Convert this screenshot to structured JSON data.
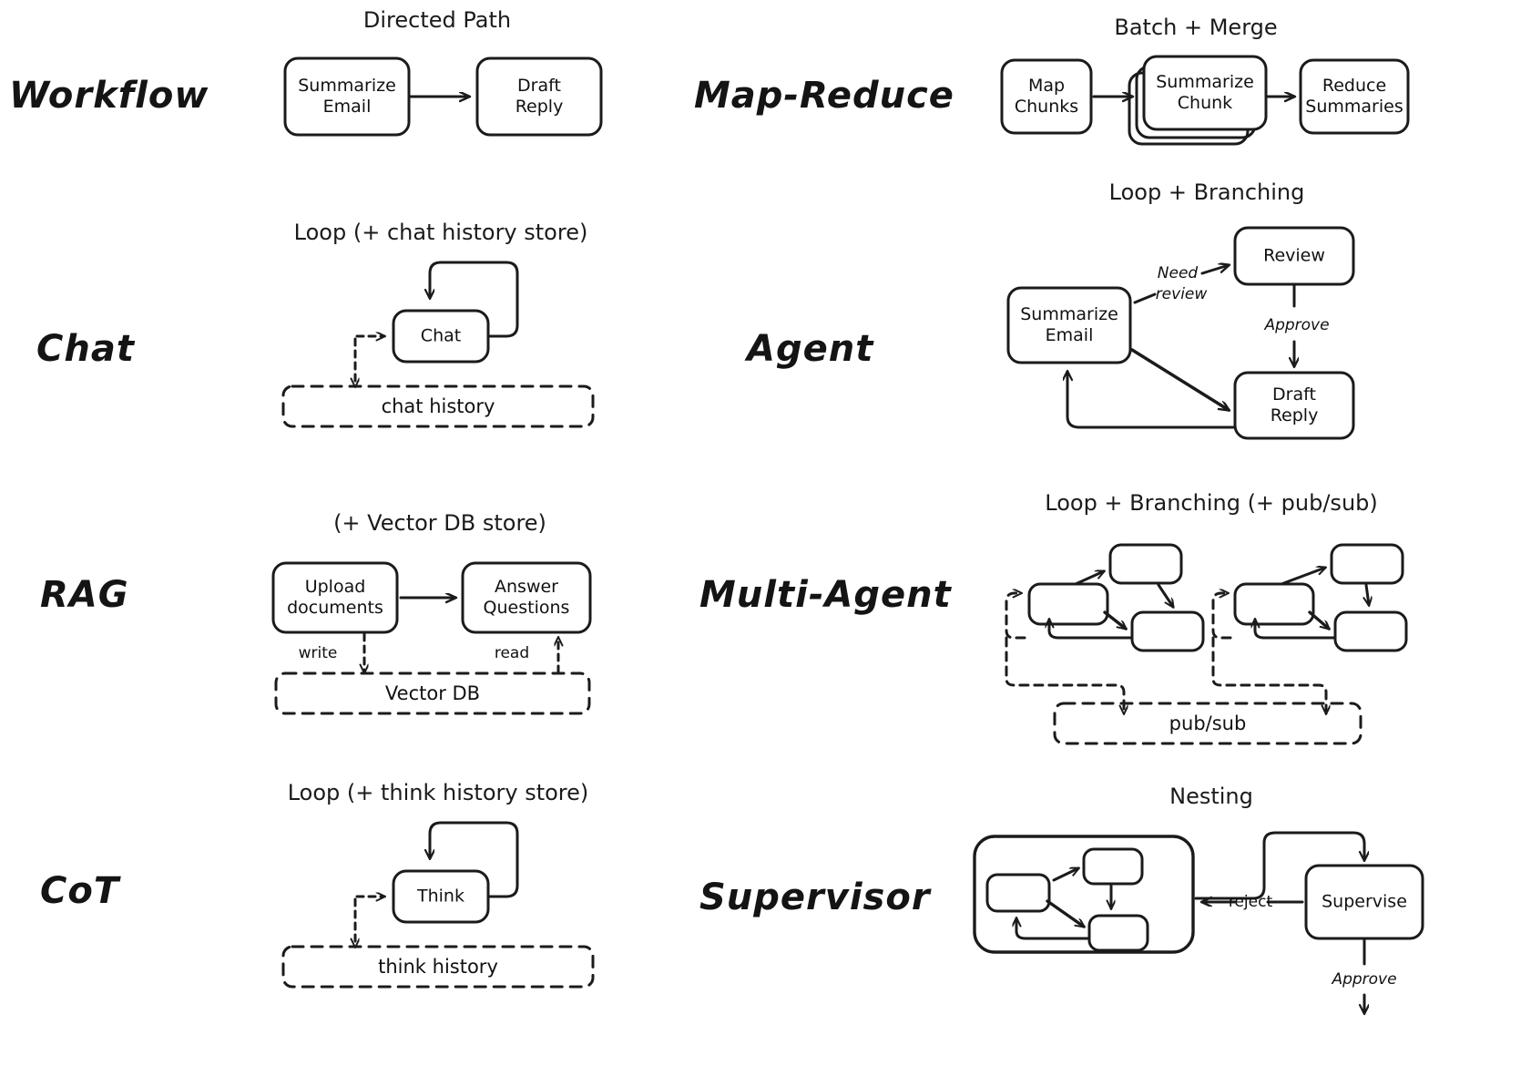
{
  "diagram": {
    "title_note": "Agentic system patterns comparison chart",
    "background": "#ffffff",
    "stroke": "#1b1b1b"
  },
  "rows": [
    {
      "left": {
        "label": "Workflow",
        "caption": "Directed Path",
        "nodes": [
          "Summarize\nEmail",
          "Draft\nReply"
        ],
        "stores": [],
        "edge_labels": []
      },
      "right": {
        "label": "Map-Reduce",
        "caption": "Batch + Merge",
        "nodes": [
          "Map\nChunks",
          "Summarize\nChunk",
          "Reduce\nSummaries"
        ],
        "stores": [],
        "edge_labels": []
      }
    },
    {
      "left": {
        "label": "Chat",
        "caption": "Loop (+ chat history store)",
        "nodes": [
          "Chat"
        ],
        "stores": [
          "chat history"
        ],
        "edge_labels": []
      },
      "right": {
        "label": "Agent",
        "caption": "Loop + Branching",
        "nodes": [
          "Summarize\nEmail",
          "Review",
          "Draft\nReply"
        ],
        "stores": [],
        "edge_labels": [
          "Need",
          "review",
          "Approve"
        ]
      }
    },
    {
      "left": {
        "label": "RAG",
        "caption": "(+ Vector DB store)",
        "nodes": [
          "Upload\ndocuments",
          "Answer\nQuestions"
        ],
        "stores": [
          "Vector DB"
        ],
        "edge_labels": [
          "write",
          "read"
        ]
      },
      "right": {
        "label": "Multi-Agent",
        "caption": "Loop + Branching (+ pub/sub)",
        "nodes": [
          "",
          "",
          "",
          "",
          "",
          ""
        ],
        "stores": [
          "pub/sub"
        ],
        "edge_labels": []
      }
    },
    {
      "left": {
        "label": "CoT",
        "caption": "Loop (+ think history store)",
        "nodes": [
          "Think"
        ],
        "stores": [
          "think history"
        ],
        "edge_labels": []
      },
      "right": {
        "label": "Supervisor",
        "caption": "Nesting",
        "nodes": [
          "",
          "",
          "",
          "Supervise"
        ],
        "stores": [],
        "edge_labels": [
          "reject",
          "Approve"
        ]
      }
    }
  ],
  "labels": {
    "workflow": "Workflow",
    "chat": "Chat",
    "rag": "RAG",
    "cot": "CoT",
    "map_reduce": "Map-Reduce",
    "agent": "Agent",
    "multi_agent": "Multi-Agent",
    "supervisor": "Supervisor"
  },
  "captions": {
    "directed_path": "Directed Path",
    "batch_merge": "Batch + Merge",
    "chat_loop": "Loop (+ chat history store)",
    "agent_loop": "Loop + Branching",
    "rag_store": "(+ Vector DB store)",
    "multi_agent_loop": "Loop + Branching (+ pub/sub)",
    "cot_loop": "Loop (+ think history store)",
    "nesting": "Nesting"
  },
  "nodes": {
    "summarize_email_1": "Summarize\nEmail",
    "draft_reply_1": "Draft\nReply",
    "map_chunks": "Map\nChunks",
    "summarize_chunk": "Summarize\nChunk",
    "reduce_summaries": "Reduce\nSummaries",
    "chat": "Chat",
    "summarize_email_2": "Summarize\nEmail",
    "review": "Review",
    "draft_reply_2": "Draft\nReply",
    "upload_documents": "Upload\ndocuments",
    "answer_questions": "Answer\nQuestions",
    "think": "Think",
    "supervise": "Supervise"
  },
  "stores": {
    "chat_history": "chat history",
    "vector_db": "Vector DB",
    "pub_sub": "pub/sub",
    "think_history": "think history"
  },
  "edge_labels": {
    "need": "Need",
    "review": "review",
    "approve_agent": "Approve",
    "write": "write",
    "read": "read",
    "reject": "reject",
    "approve_supervisor": "Approve"
  }
}
